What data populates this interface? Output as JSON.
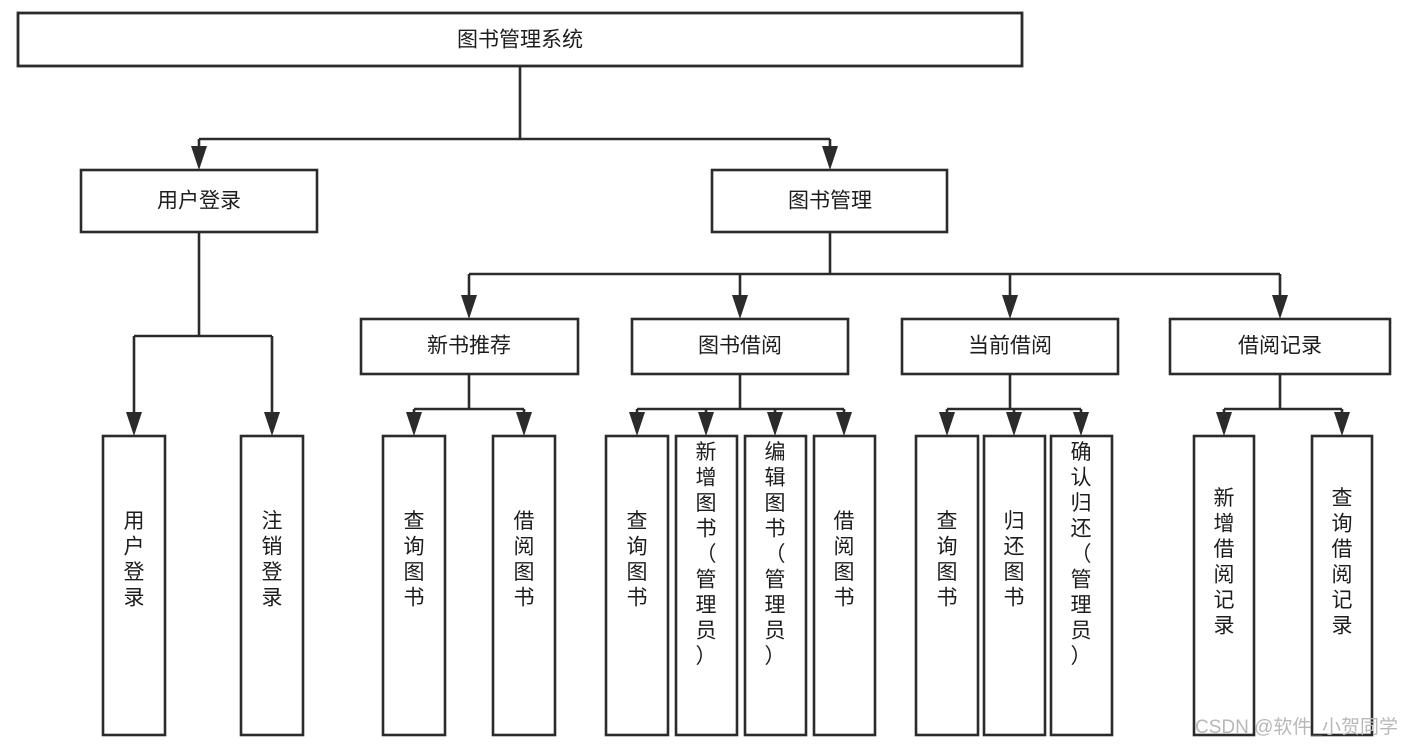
{
  "diagram": {
    "title": "图书管理系统",
    "type": "hierarchy-tree",
    "orientation": "top-down",
    "colors": {
      "box_stroke": "#2b2b2b",
      "box_fill": "#ffffff",
      "connector": "#2b2b2b",
      "text": "#1d1d1d",
      "background": "#ffffff",
      "watermark": "#b8b8b8"
    },
    "levels": {
      "root": {
        "label": "图书管理系统"
      },
      "level2": [
        {
          "label": "用户登录"
        },
        {
          "label": "图书管理"
        }
      ],
      "level3": [
        {
          "label": "新书推荐"
        },
        {
          "label": "图书借阅"
        },
        {
          "label": "当前借阅"
        },
        {
          "label": "借阅记录"
        }
      ],
      "leaves": [
        {
          "label": "用户登录",
          "parent": "用户登录"
        },
        {
          "label": "注销登录",
          "parent": "用户登录"
        },
        {
          "label": "查询图书",
          "parent": "新书推荐"
        },
        {
          "label": "借阅图书",
          "parent": "新书推荐"
        },
        {
          "label": "查询图书",
          "parent": "图书借阅"
        },
        {
          "label": "新增图书（管理员）",
          "parent": "图书借阅"
        },
        {
          "label": "编辑图书（管理员）",
          "parent": "图书借阅"
        },
        {
          "label": "借阅图书",
          "parent": "图书借阅"
        },
        {
          "label": "查询图书",
          "parent": "当前借阅"
        },
        {
          "label": "归还图书",
          "parent": "当前借阅"
        },
        {
          "label": "确认归还（管理员）",
          "parent": "当前借阅"
        },
        {
          "label": "新增借阅记录",
          "parent": "借阅记录"
        },
        {
          "label": "查询借阅记录",
          "parent": "借阅记录"
        }
      ]
    }
  },
  "watermark": {
    "text": "CSDN @软件_小贺同学"
  }
}
